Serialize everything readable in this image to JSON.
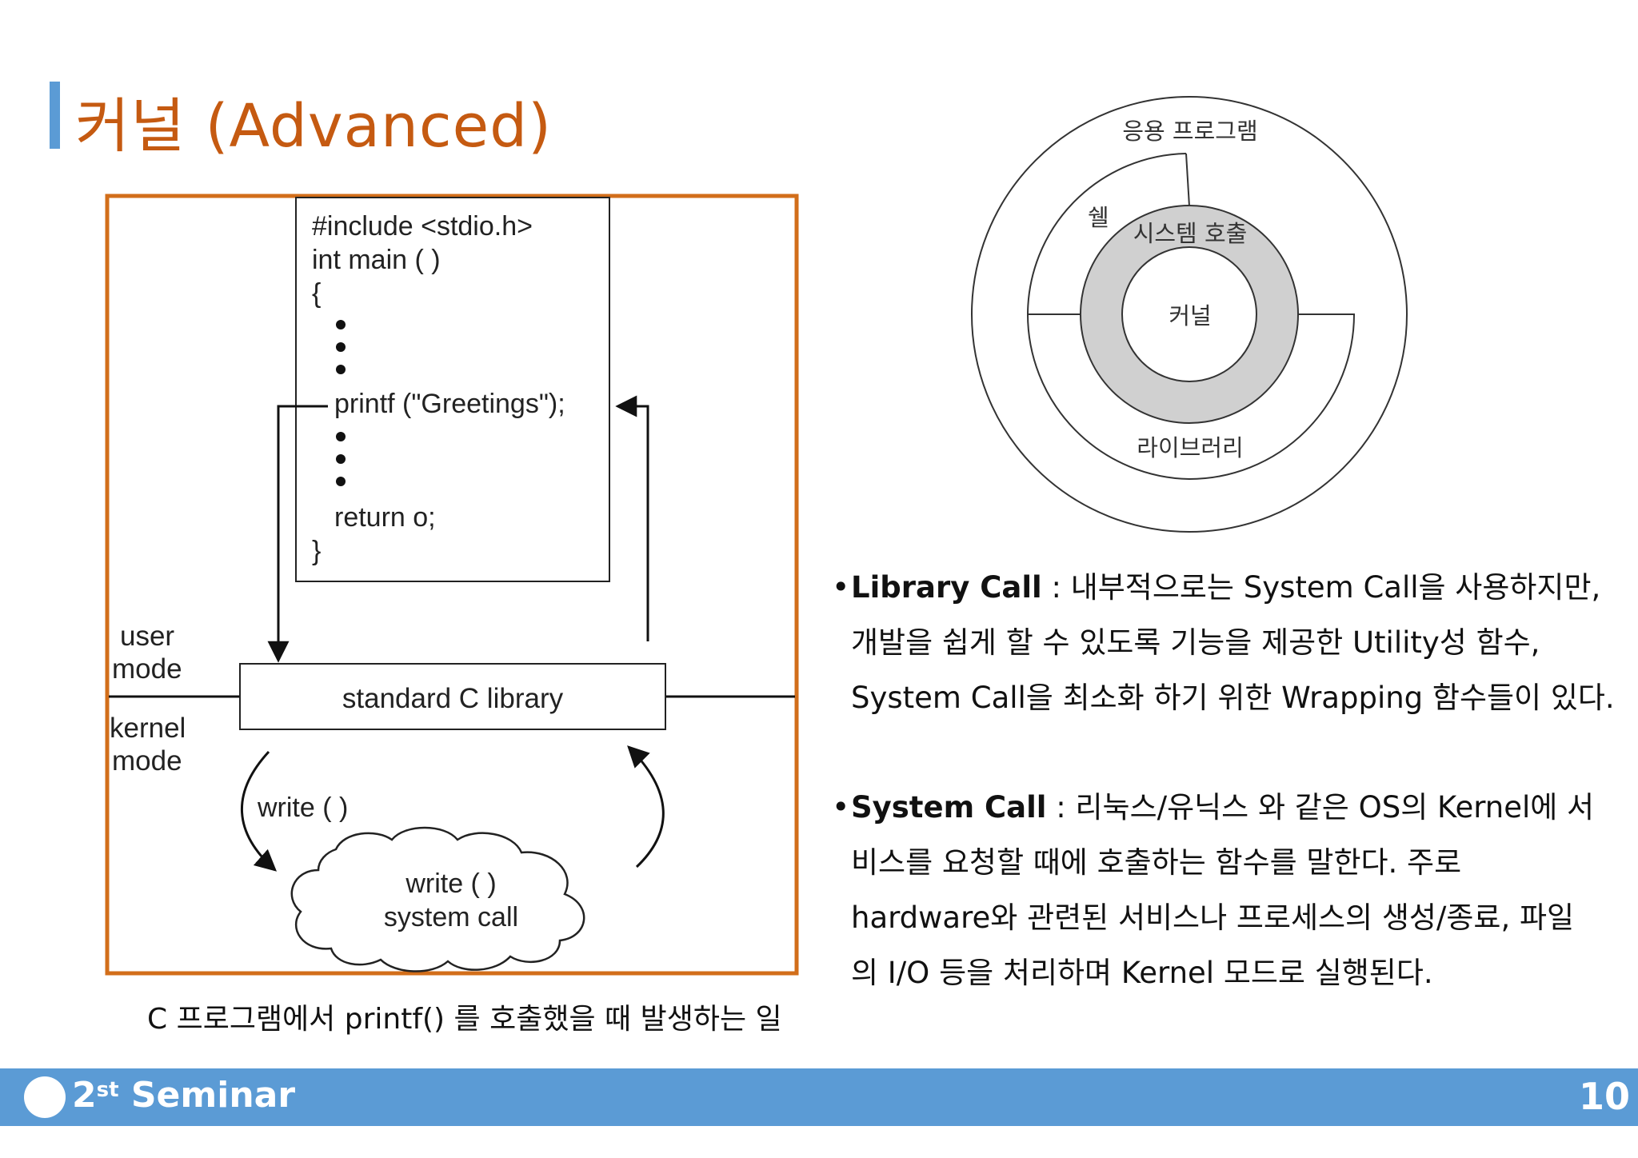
{
  "slide": {
    "title": "커널 (Advanced)",
    "caption": "C 프로그램에서 printf() 를 호출했을 때 발생하는 일",
    "footer": {
      "ordinal": "2",
      "suffix": "st",
      "label": "Seminar",
      "page_number": "10"
    }
  },
  "code_diagram": {
    "code_lines": [
      "#include <stdio.h>",
      "int main ( )",
      "{",
      "printf (\"Greetings\");",
      "return o;",
      "}"
    ],
    "user_mode_label": [
      "user",
      "mode"
    ],
    "kernel_mode_label": [
      "kernel",
      "mode"
    ],
    "library_box_label": "standard C library",
    "write_label": "write ( )",
    "cloud_label": [
      "write ( )",
      "system call"
    ]
  },
  "ring_diagram": {
    "outer_label": "응용 프로그램",
    "shell_label": "쉘",
    "syscall_label": "시스템 호출",
    "kernel_label": "커널",
    "library_label": "라이브러리"
  },
  "bullets": [
    {
      "term": "Library Call",
      "separator": " : ",
      "lines": [
        "내부적으로는 System Call을 사용하지만,",
        "개발을 쉽게 할 수 있도록 기능을 제공한 Utility성 함수,",
        "System Call을 최소화 하기 위한 Wrapping 함수들이 있다."
      ]
    },
    {
      "term": "System Call",
      "separator": " : ",
      "lines": [
        "리눅스/유닉스 와 같은 OS의 Kernel에 서",
        "비스를 요청할 때에 호출하는 함수를 말한다. 주로",
        "hardware와 관련된 서비스나 프로세스의 생성/종료, 파일",
        "의 I/O 등을 처리하며 Kernel 모드로 실행된다."
      ]
    }
  ],
  "colors": {
    "accent_orange": "#c55a11",
    "frame_orange": "#d26e1a",
    "footer_blue": "#5b9bd5",
    "ring_gray": "#d0d0d0"
  }
}
